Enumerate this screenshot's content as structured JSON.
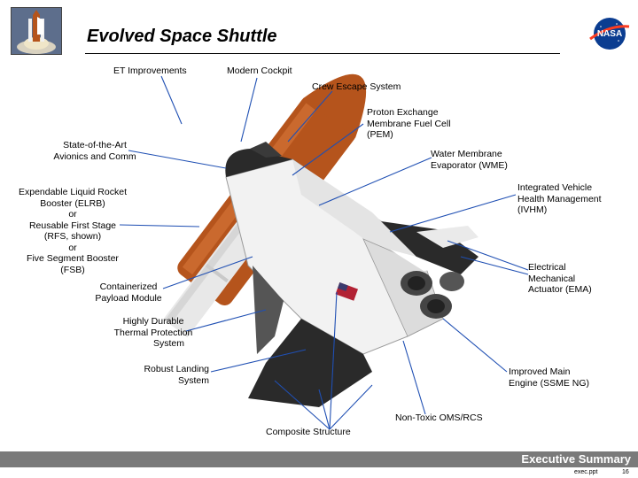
{
  "title": "Evolved  Space Shuttle",
  "labels": {
    "et_improvements": "ET Improvements",
    "modern_cockpit": "Modern Cockpit",
    "crew_escape": "Crew Escape System",
    "pem_1": "Proton Exchange",
    "pem_2": "Membrane Fuel Cell",
    "pem_3": "(PEM)",
    "avionics_1": "State-of-the-Art",
    "avionics_2": "Avionics and Comm",
    "wme_1": "Water Membrane",
    "wme_2": "Evaporator (WME)",
    "elrb_1": "Expendable Liquid Rocket",
    "elrb_2": "Booster (ELRB)",
    "elrb_3": "or",
    "elrb_4": "Reusable First Stage",
    "elrb_5": "(RFS, shown)",
    "elrb_6": "or",
    "elrb_7": "Five Segment Booster",
    "elrb_8": "(FSB)",
    "ivhm_1": "Integrated Vehicle",
    "ivhm_2": "Health Management",
    "ivhm_3": "(IVHM)",
    "ema_1": "Electrical",
    "ema_2": "Mechanical",
    "ema_3": "Actuator (EMA)",
    "payload_1": "Containerized",
    "payload_2": "Payload Module",
    "tps_1": "Highly Durable",
    "tps_2": "Thermal Protection",
    "tps_3": "System",
    "landing_1": "Robust Landing",
    "landing_2": "System",
    "ssme_1": "Improved Main",
    "ssme_2": "Engine (SSME NG)",
    "oms": "Non-Toxic OMS/RCS",
    "composite": "Composite Structure"
  },
  "footer": {
    "title": "Executive Summary",
    "file": "exec.ppt",
    "page": "16"
  },
  "colors": {
    "external_tank": "#b5541c",
    "booster": "#e8e8e8",
    "orbiter_body": "#f2f2f2",
    "tiles": "#2a2a2a",
    "leader_line": "#1f4fb3",
    "footer_bar": "#7a7a7a"
  },
  "logos": {
    "left": "shuttle-launch-photo",
    "right": "nasa-meatball-logo"
  }
}
